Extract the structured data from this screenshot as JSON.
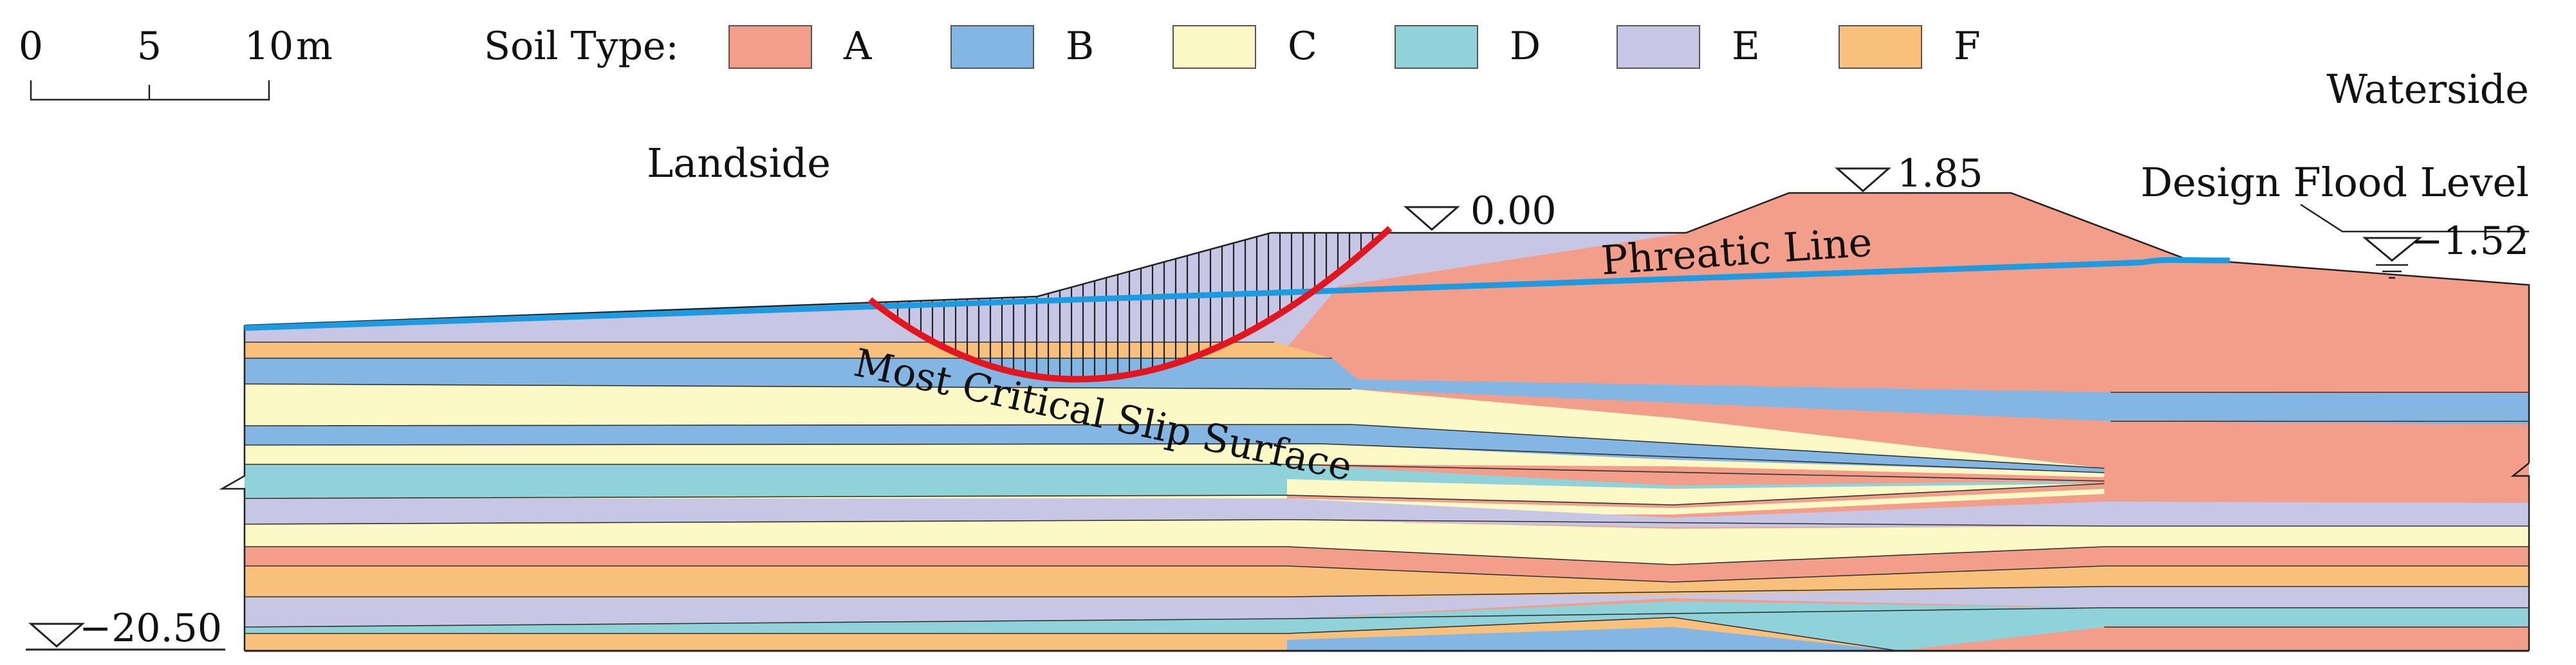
{
  "scale_bar": {
    "ticks": [
      "0",
      "5",
      "10"
    ],
    "unit": "m"
  },
  "legend": {
    "title": "Soil Type:",
    "items": [
      {
        "label": "A",
        "color": "#f39e8a"
      },
      {
        "label": "B",
        "color": "#83b6e3"
      },
      {
        "label": "C",
        "color": "#fdf9c7"
      },
      {
        "label": "D",
        "color": "#8fd2d9"
      },
      {
        "label": "E",
        "color": "#c7c6e4"
      },
      {
        "label": "F",
        "color": "#f8c07b"
      }
    ]
  },
  "labels": {
    "waterside": "Waterside",
    "landside": "Landside",
    "design_flood_level": "Design Flood Level",
    "phreatic_line": "Phreatic Line",
    "slip_surface": "Most Critical Slip Surface"
  },
  "elevations": {
    "ground": "0.00",
    "crest": "1.85",
    "flood": "−1.52",
    "bottom": "−20.50"
  },
  "colors": {
    "phreatic_line": "#1e9be0",
    "slip_surface": "#e3151e",
    "outline": "#222222"
  }
}
